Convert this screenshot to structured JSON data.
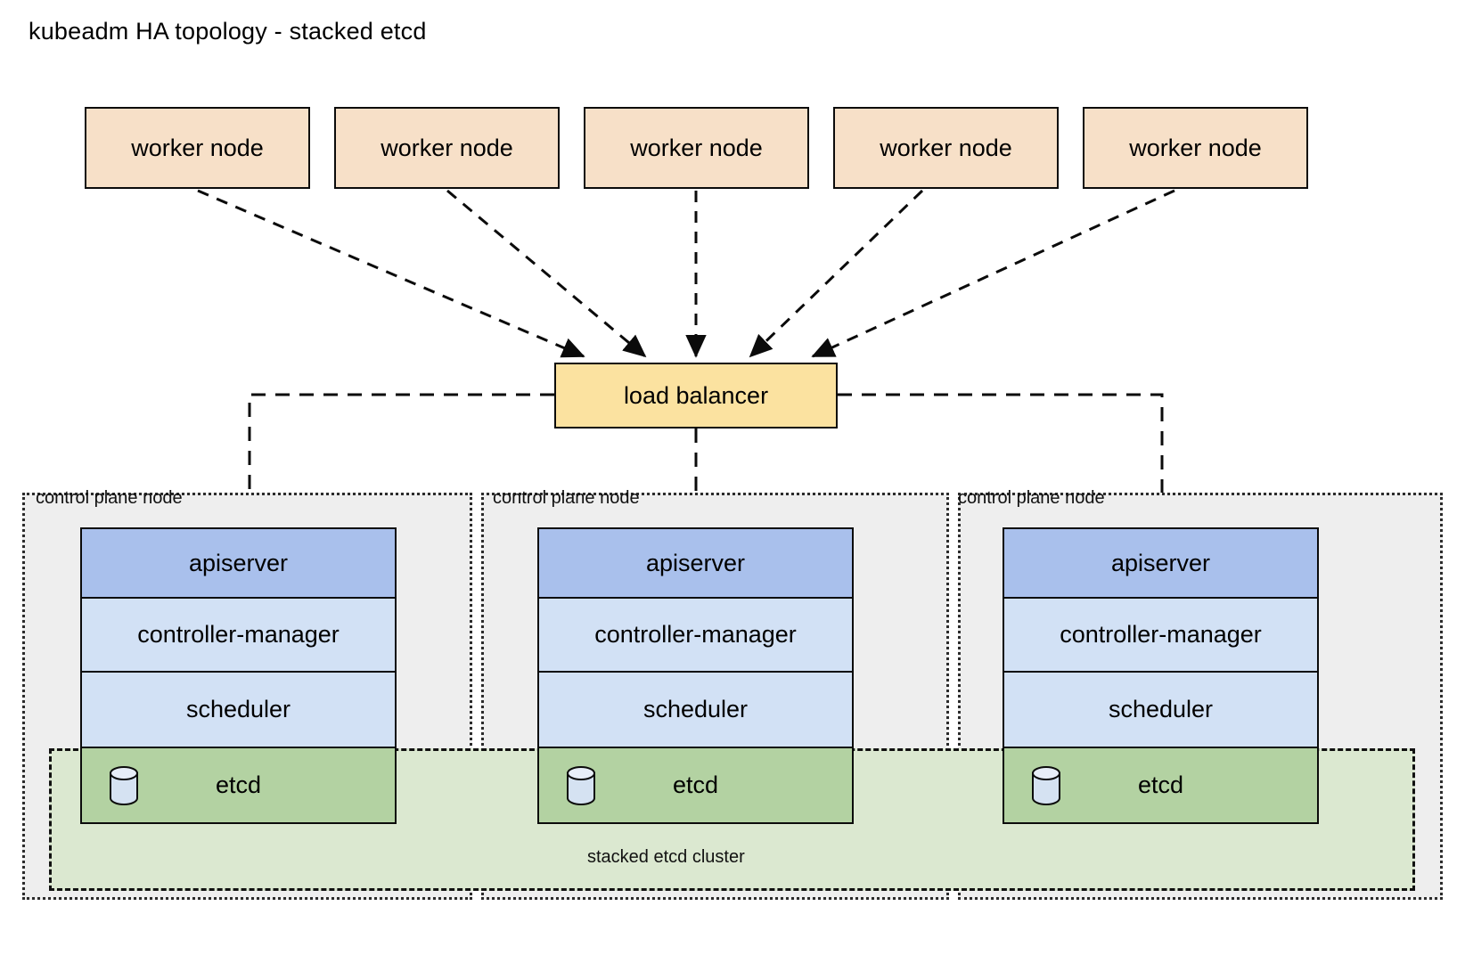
{
  "diagram": {
    "title": "kubeadm HA topology - stacked etcd",
    "type": "architecture-diagram",
    "colors": {
      "worker_node_fill": "#f7e0c8",
      "load_balancer_fill": "#fbe2a0",
      "apiserver_fill": "#a9c0ec",
      "component_fill": "#d2e1f5",
      "etcd_fill": "#b3d2a2",
      "control_plane_group_fill": "#eeeeee",
      "etcd_cluster_group_fill": "#dbe8d0",
      "stroke": "#0b0b0b",
      "background": "#ffffff"
    }
  },
  "worker_nodes": [
    {
      "label": "worker node"
    },
    {
      "label": "worker node"
    },
    {
      "label": "worker node"
    },
    {
      "label": "worker node"
    },
    {
      "label": "worker node"
    }
  ],
  "load_balancer": {
    "label": "load balancer"
  },
  "control_plane_nodes": [
    {
      "group_label": "control plane node",
      "components": [
        {
          "name": "apiserver",
          "label": "apiserver"
        },
        {
          "name": "controller-manager",
          "label": "controller-manager"
        },
        {
          "name": "scheduler",
          "label": "scheduler"
        },
        {
          "name": "etcd",
          "label": "etcd",
          "icon": "database-cylinder-icon"
        }
      ]
    },
    {
      "group_label": "control plane node",
      "components": [
        {
          "name": "apiserver",
          "label": "apiserver"
        },
        {
          "name": "controller-manager",
          "label": "controller-manager"
        },
        {
          "name": "scheduler",
          "label": "scheduler"
        },
        {
          "name": "etcd",
          "label": "etcd",
          "icon": "database-cylinder-icon"
        }
      ]
    },
    {
      "group_label": "control plane node",
      "components": [
        {
          "name": "apiserver",
          "label": "apiserver"
        },
        {
          "name": "controller-manager",
          "label": "controller-manager"
        },
        {
          "name": "scheduler",
          "label": "scheduler"
        },
        {
          "name": "etcd",
          "label": "etcd",
          "icon": "database-cylinder-icon"
        }
      ]
    }
  ],
  "etcd_cluster": {
    "label": "stacked etcd cluster"
  }
}
